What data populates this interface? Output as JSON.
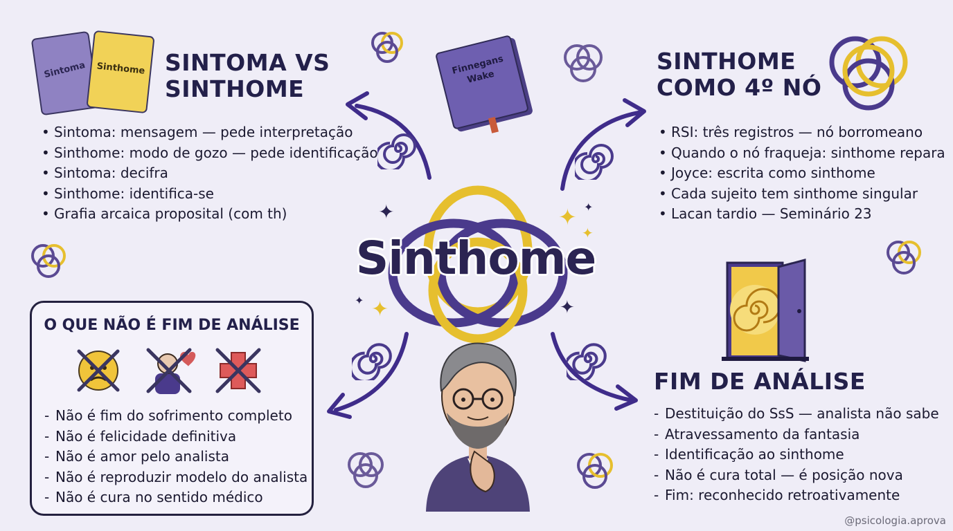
{
  "center": {
    "title": "Sinthome"
  },
  "top_left": {
    "heading_line1": "SINTOMA VS",
    "heading_line2": "SINTHOME",
    "card_left": "Sintoma",
    "card_right": "Sinthome",
    "items": [
      "Sintoma: mensagem — pede interpretação",
      "Sinthome: modo de gozo — pede identificação",
      "Sintoma: decifra",
      "Sinthome: identifica-se",
      "Grafia arcaica proposital (com th)"
    ]
  },
  "book": {
    "line1": "Finnegans",
    "line2": "Wake"
  },
  "top_right": {
    "heading_line1": "SINTHOME",
    "heading_line2": "COMO 4º NÓ",
    "items": [
      "RSI: três registros — nó borromeano",
      "Quando o nó fraqueja: sinthome repara",
      "Joyce: escrita como sinthome",
      "Cada sujeito tem sinthome singular",
      "Lacan tardio — Seminário 23"
    ]
  },
  "bottom_left": {
    "title": "O QUE NÃO É FIM DE ANÁLISE",
    "items": [
      "Não é fim do sofrimento completo",
      "Não é felicidade definitiva",
      "Não é amor pelo analista",
      "Não é reproduzir modelo do analista",
      "Não é cura no sentido médico"
    ]
  },
  "bottom_right": {
    "heading": "FIM DE ANÁLISE",
    "items": [
      "Destituição do SsS — analista não sabe",
      "Atravessamento da fantasia",
      "Identificação ao sinthome",
      "Não é cura total — é posição nova",
      "Fim: reconhecido retroativamente"
    ]
  },
  "watermark": "@psicologia.aprova",
  "colors": {
    "background": "#efedf7",
    "purple": "#4a3a8c",
    "gold": "#e6bf2e",
    "ink": "#1e1b3a"
  }
}
